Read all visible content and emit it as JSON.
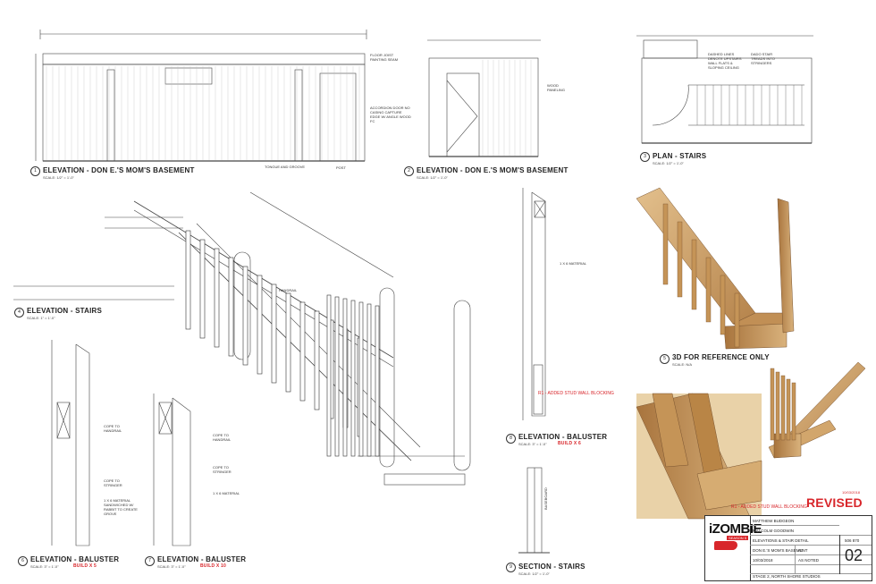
{
  "views": {
    "elev_basement_1": {
      "title": "ELEVATION - DON E.'S MOM'S BASEMENT",
      "scale": "SCALE: 1/2\" = 1'-0\"",
      "notes": [
        "FLOOR JOIST PAINTING SEAM",
        "ACCORDION DOOR NO CASING CAPTURE EDGE W/ ANGLE WOOD FC",
        "TONGUE AND GROOVE",
        "POST"
      ]
    },
    "elev_basement_2": {
      "title": "ELEVATION - DON E.'S MOM'S BASEMENT",
      "scale": "SCALE: 1/2\" = 1'-0\"",
      "notes": [
        "WOOD PANELING"
      ]
    },
    "plan_stairs": {
      "title": "PLAN - STAIRS",
      "scale": "SCALE: 1/2\" = 1'-0\"",
      "notes": [
        "DASHED LINES DENOTE UPSTAIRS WALL FLATS & SLOPING CEILING",
        "DADO STAIR TREADS INTO STRINGERS"
      ]
    },
    "elev_stairs": {
      "title": "ELEVATION - STAIRS",
      "scale": "SCALE: 1\" = 1'-0\"",
      "notes": [
        "HANDRAIL"
      ]
    },
    "ref_3d": {
      "title": "3D FOR REFERENCE ONLY",
      "scale": "SCALE: N/A"
    },
    "baluster_1": {
      "title": "ELEVATION - BALUSTER",
      "scale": "SCALE: 3\" = 1'-0\"",
      "build": "BUILD X 5",
      "notes": [
        "COPE TO HANDRAIL",
        "COPE TO STRINGER",
        "1 X 6 MATERIAL SANDWICHED W/ RABBIT TO CREATE GROVE"
      ]
    },
    "baluster_2": {
      "title": "ELEVATION - BALUSTER",
      "scale": "SCALE: 3\" = 1'-0\"",
      "build": "BUILD X 10",
      "notes": [
        "COPE TO HANDRAIL",
        "COPE TO STRINGER",
        "1 X 6 MATERIAL"
      ]
    },
    "baluster_3": {
      "title": "ELEVATION - BALUSTER",
      "scale": "SCALE: 3\" = 1'-0\"",
      "build": "BUILD X 6",
      "notes": [
        "1 X 6 MATERIAL"
      ]
    },
    "section_stairs": {
      "title": "SECTION - STAIRS",
      "scale": "SCALE: 1/2\" = 1'-0\"",
      "notes": [
        "BASEBOARD"
      ]
    }
  },
  "revision_notes": [
    "R1 - ADDED STUD WALL BLOCKING",
    "R1 - ADDED STUD WALL BLOCKING"
  ],
  "revised": {
    "date": "10/03/2018",
    "label": "REVISED"
  },
  "title_block": {
    "logo_text": "iZOMBIE",
    "logo_sub": "SEASON 5",
    "production_designer": "MATTHEW BUDGEON",
    "art_director": "MALCOLM GOODWIN",
    "sheet_title": "ELEVATIONS & STAIR DETAIL",
    "drawn_by": "AJ",
    "set": "DON E.'S MOM'S BASEMENT",
    "date": "10/03/2018",
    "scale": "AS NOTED",
    "location": "STAGE 2, NORTH SHORE STUDIOS",
    "set_no": "506 870",
    "sheet_no": "02"
  },
  "colors": {
    "accent": "#d8262b",
    "line": "#333333",
    "wood": "#c99b63",
    "wood_dark": "#8a6236"
  }
}
